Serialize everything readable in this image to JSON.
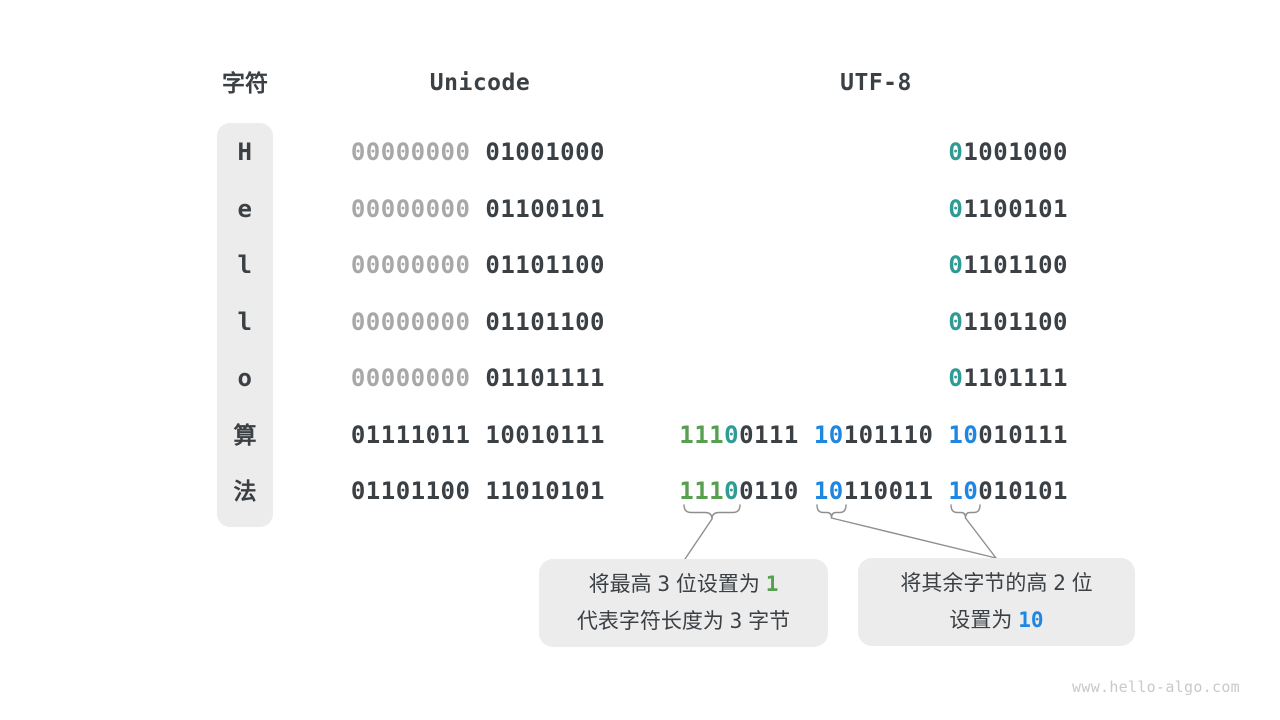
{
  "colors": {
    "bg": "#ffffff",
    "dark": "#3b4045",
    "gray": "#a8a8a8",
    "teal": "#2e9c94",
    "green": "#57a050",
    "blue": "#1f87e0",
    "cell_bg": "#ececec",
    "line": "#8f8f8f",
    "watermark": "#c9c9c9"
  },
  "headers": {
    "char": "字符",
    "unicode": "Unicode",
    "utf8": "UTF-8"
  },
  "table": {
    "rows": [
      {
        "char": "H",
        "unicode": [
          [
            "00000000",
            "gray"
          ],
          [
            " ",
            "dark"
          ],
          [
            "01001000",
            "dark"
          ]
        ],
        "utf8": [
          [
            [
              "0",
              "teal"
            ],
            [
              "1001000",
              "dark"
            ]
          ]
        ]
      },
      {
        "char": "e",
        "unicode": [
          [
            "00000000",
            "gray"
          ],
          [
            " ",
            "dark"
          ],
          [
            "01100101",
            "dark"
          ]
        ],
        "utf8": [
          [
            [
              "0",
              "teal"
            ],
            [
              "1100101",
              "dark"
            ]
          ]
        ]
      },
      {
        "char": "l",
        "unicode": [
          [
            "00000000",
            "gray"
          ],
          [
            " ",
            "dark"
          ],
          [
            "01101100",
            "dark"
          ]
        ],
        "utf8": [
          [
            [
              "0",
              "teal"
            ],
            [
              "1101100",
              "dark"
            ]
          ]
        ]
      },
      {
        "char": "l",
        "unicode": [
          [
            "00000000",
            "gray"
          ],
          [
            " ",
            "dark"
          ],
          [
            "01101100",
            "dark"
          ]
        ],
        "utf8": [
          [
            [
              "0",
              "teal"
            ],
            [
              "1101100",
              "dark"
            ]
          ]
        ]
      },
      {
        "char": "o",
        "unicode": [
          [
            "00000000",
            "gray"
          ],
          [
            " ",
            "dark"
          ],
          [
            "01101111",
            "dark"
          ]
        ],
        "utf8": [
          [
            [
              "0",
              "teal"
            ],
            [
              "1101111",
              "dark"
            ]
          ]
        ]
      },
      {
        "char": "算",
        "unicode": [
          [
            "01111011",
            "dark"
          ],
          [
            " ",
            "dark"
          ],
          [
            "10010111",
            "dark"
          ]
        ],
        "utf8": [
          [
            [
              "111",
              "green"
            ],
            [
              "0",
              "teal"
            ],
            [
              "0111",
              "dark"
            ]
          ],
          [
            [
              "10",
              "blue"
            ],
            [
              "101110",
              "dark"
            ]
          ],
          [
            [
              "10",
              "blue"
            ],
            [
              "010111",
              "dark"
            ]
          ]
        ]
      },
      {
        "char": "法",
        "unicode": [
          [
            "01101100",
            "dark"
          ],
          [
            " ",
            "dark"
          ],
          [
            "11010101",
            "dark"
          ]
        ],
        "utf8": [
          [
            [
              "111",
              "green"
            ],
            [
              "0",
              "teal"
            ],
            [
              "0110",
              "dark"
            ]
          ],
          [
            [
              "10",
              "blue"
            ],
            [
              "110011",
              "dark"
            ]
          ],
          [
            [
              "10",
              "blue"
            ],
            [
              "010101",
              "dark"
            ]
          ]
        ]
      }
    ]
  },
  "annotations": {
    "left": {
      "lines": [
        [
          [
            "将最高 ",
            "t"
          ],
          [
            "3",
            "n"
          ],
          [
            " 位设置为 ",
            "t"
          ],
          [
            "1",
            "g"
          ]
        ],
        [
          [
            "代表字符长度为 ",
            "t"
          ],
          [
            "3",
            "n"
          ],
          [
            " 字节",
            "t"
          ]
        ]
      ]
    },
    "right": {
      "lines": [
        [
          [
            "将其余字节的高 ",
            "t"
          ],
          [
            "2",
            "n"
          ],
          [
            " 位",
            "t"
          ]
        ],
        [
          [
            "设置为 ",
            "t"
          ],
          [
            "10",
            "b"
          ]
        ]
      ]
    }
  },
  "watermark": "www.hello-algo.com"
}
